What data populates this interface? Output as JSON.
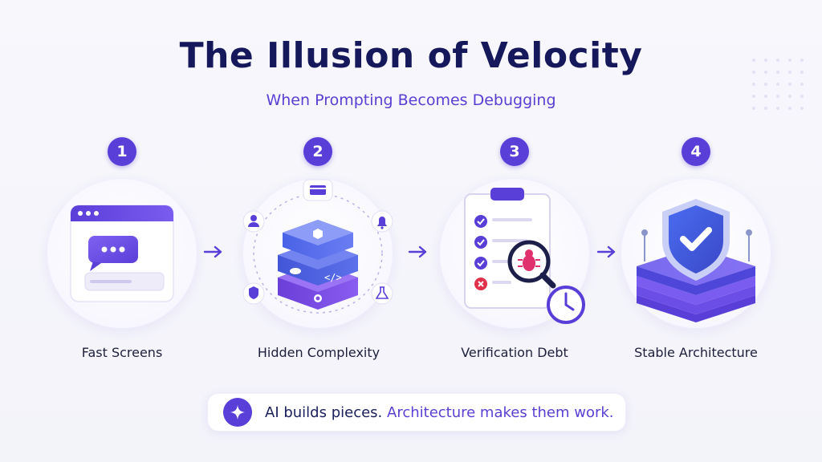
{
  "header": {
    "title": "The Illusion of Velocity",
    "subtitle": "When Prompting Becomes Debugging"
  },
  "steps": [
    {
      "number": "1",
      "label": "Fast Screens",
      "icon": "chat-window-icon"
    },
    {
      "number": "2",
      "label": "Hidden Complexity",
      "icon": "layered-stack-icon"
    },
    {
      "number": "3",
      "label": "Verification Debt",
      "icon": "clipboard-bug-icon"
    },
    {
      "number": "4",
      "label": "Stable Architecture",
      "icon": "shield-stack-icon"
    }
  ],
  "banner": {
    "text_plain": "AI builds pieces.",
    "text_highlight": "Architecture makes them work.",
    "icon": "sparkle-icon"
  },
  "colors": {
    "accent": "#5a3ed8",
    "title": "#15185a",
    "subtitle": "#5b3fd4",
    "layer_blue": "#4f5ee0",
    "layer_purple": "#7d4fe0",
    "success": "#5a3ed8",
    "error": "#e0304a"
  }
}
